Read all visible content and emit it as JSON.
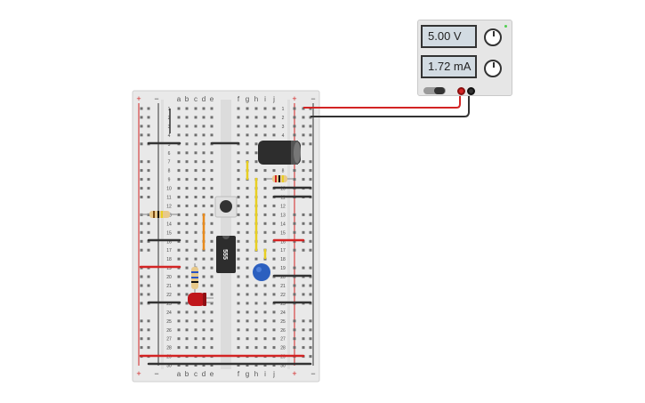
{
  "power_supply": {
    "voltage_display": "5.00 V",
    "current_display": "1.72 mA",
    "voltage_knob_icon": "knob-icon",
    "current_knob_icon": "knob-icon",
    "power_switch_icon": "toggle-switch-icon",
    "positive_terminal_color": "#d32424",
    "negative_terminal_color": "#333333",
    "status_led_color": "#4fcf4f"
  },
  "breadboard": {
    "rail_plus": "+",
    "rail_minus": "−",
    "columns_left": [
      "a",
      "b",
      "c",
      "d",
      "e"
    ],
    "columns_right": [
      "f",
      "g",
      "h",
      "i",
      "j"
    ],
    "row_numbers": [
      "1",
      "2",
      "3",
      "4",
      "5",
      "6",
      "7",
      "8",
      "9",
      "10",
      "11",
      "12",
      "13",
      "14",
      "15",
      "16",
      "17",
      "18",
      "19",
      "20",
      "21",
      "22",
      "23",
      "24",
      "25",
      "26",
      "27",
      "28",
      "29",
      "30"
    ],
    "body_color": "#e9e9e9",
    "rail_red": "#d32424",
    "rail_black": "#333333"
  },
  "components": {
    "ic_label": "555",
    "ic_icon": "ic-chip-icon",
    "pushbutton_icon": "pushbutton-icon",
    "electrolytic_capacitor_icon": "electrolytic-capacitor-icon",
    "ceramic_capacitor_icon": "ceramic-capacitor-icon",
    "led_icon": "led-icon",
    "led_color": "#c0161c",
    "resistor_icon": "resistor-icon",
    "wire_icon": "jumper-wire-icon"
  }
}
